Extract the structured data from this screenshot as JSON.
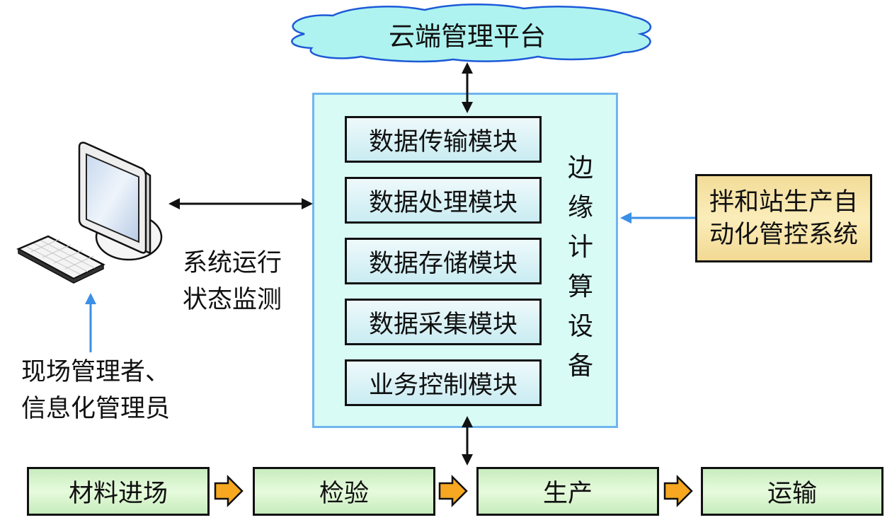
{
  "diagram": {
    "cloud": {
      "label": "云端管理平台",
      "fill": "#aef3ef",
      "stroke": "#1c5ad8"
    },
    "edge_device": {
      "label_chars": [
        "边",
        "缘",
        "计",
        "算",
        "设",
        "备"
      ],
      "label": "边缘计算设备",
      "fill": "#d8fbf6",
      "border": "#6fb5ee",
      "modules": [
        {
          "label": "数据传输模块"
        },
        {
          "label": "数据处理模块"
        },
        {
          "label": "数据存储模块"
        },
        {
          "label": "数据采集模块"
        },
        {
          "label": "业务控制模块"
        }
      ]
    },
    "mixing_system": {
      "line1": "拌和站生产自",
      "line2": "动化管控系统",
      "label": "拌和站生产自动化管控系统"
    },
    "monitor_label": {
      "line1": "系统运行",
      "line2": "状态监测"
    },
    "users_label": {
      "line1": "现场管理者、",
      "line2": "信息化管理员"
    },
    "computer": {
      "icon": "computer-workstation-icon"
    },
    "process_flow": [
      {
        "label": "材料进场"
      },
      {
        "label": "检验"
      },
      {
        "label": "生产"
      },
      {
        "label": "运输"
      }
    ],
    "colors": {
      "blue_arrow": "#3a8fe6",
      "black_arrow": "#111111",
      "flow_arrow": "#f7a820",
      "module_fill": "#d6f1f5",
      "mix_fill": "#f7e4a6",
      "flow_fill": "#d9f5cf"
    },
    "connections": [
      {
        "from": "cloud",
        "to": "edge_device",
        "type": "bidirectional"
      },
      {
        "from": "computer",
        "to": "edge_device",
        "type": "bidirectional",
        "label": "系统运行状态监测"
      },
      {
        "from": "mixing_system",
        "to": "edge_device",
        "type": "unidirectional"
      },
      {
        "from": "users",
        "to": "computer",
        "type": "unidirectional"
      },
      {
        "from": "edge_device",
        "to": "生产",
        "type": "bidirectional"
      },
      {
        "from": "材料进场",
        "to": "检验",
        "type": "flow"
      },
      {
        "from": "检验",
        "to": "生产",
        "type": "flow"
      },
      {
        "from": "生产",
        "to": "运输",
        "type": "flow"
      }
    ]
  }
}
